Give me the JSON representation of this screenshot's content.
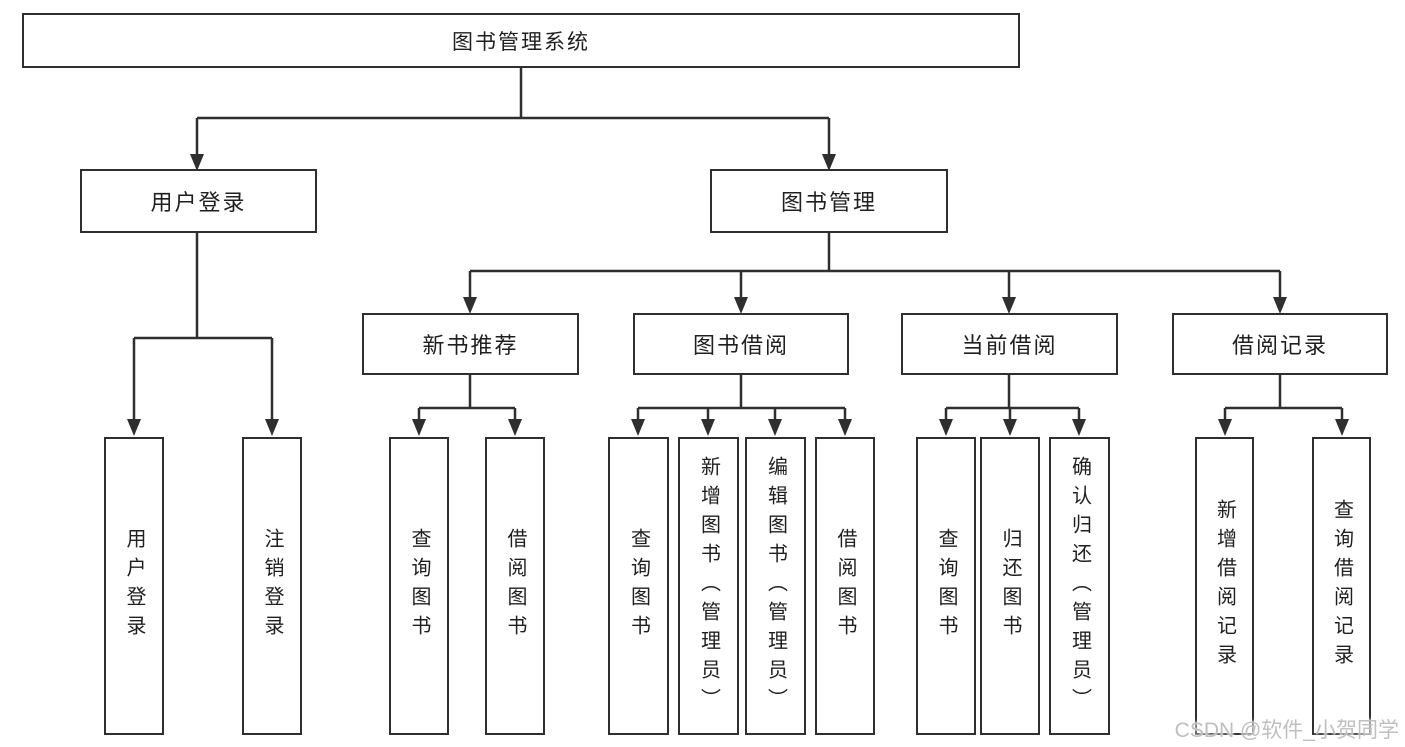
{
  "tree": {
    "root": "图书管理系统",
    "branches": [
      {
        "label": "用户登录",
        "children": [
          "用户登录",
          "注销登录"
        ]
      },
      {
        "label": "图书管理",
        "groups": [
          {
            "label": "新书推荐",
            "children": [
              "查询图书",
              "借阅图书"
            ]
          },
          {
            "label": "图书借阅",
            "children": [
              "查询图书",
              "新增图书（管理员）",
              "编辑图书（管理员）",
              "借阅图书"
            ]
          },
          {
            "label": "当前借阅",
            "children": [
              "查询图书",
              "归还图书",
              "确认归还（管理员）"
            ]
          },
          {
            "label": "借阅记录",
            "children": [
              "新增借阅记录",
              "查询借阅记录"
            ]
          }
        ]
      }
    ]
  },
  "watermark": "CSDN @软件_小贺同学",
  "colors": {
    "line": "#2f2f2f",
    "text": "#1f1f1f",
    "watermark": "#bfbfbf",
    "background": "#ffffff"
  }
}
